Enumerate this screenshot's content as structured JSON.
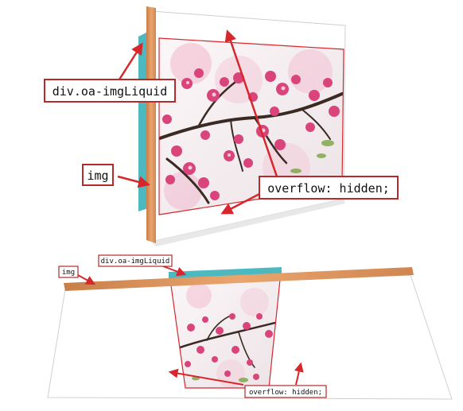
{
  "colors": {
    "wall_edge": "#e7a068",
    "wall_edge_dark": "#c97e48",
    "img_layer": "#4cb8bf",
    "container_outline": "#d8262d",
    "arrow": "#d8262d",
    "panel": "#ffffff",
    "panel_edge": "#c9c9c9",
    "label_border": "#b52a2a",
    "blossom": "#d9457a",
    "blossom_light": "#f2a9c4",
    "branch": "#3b2a23",
    "leaf": "#7fa84a",
    "sky": "#f7f1f3"
  },
  "top_view": {
    "labels": {
      "container": "div.oa-imgLiquid",
      "image": "img",
      "overflow": "overflow: hidden;"
    }
  },
  "bottom_view": {
    "labels": {
      "container": "div.oa-imgLiquid",
      "image": "img",
      "overflow": "overflow: hidden;"
    }
  }
}
